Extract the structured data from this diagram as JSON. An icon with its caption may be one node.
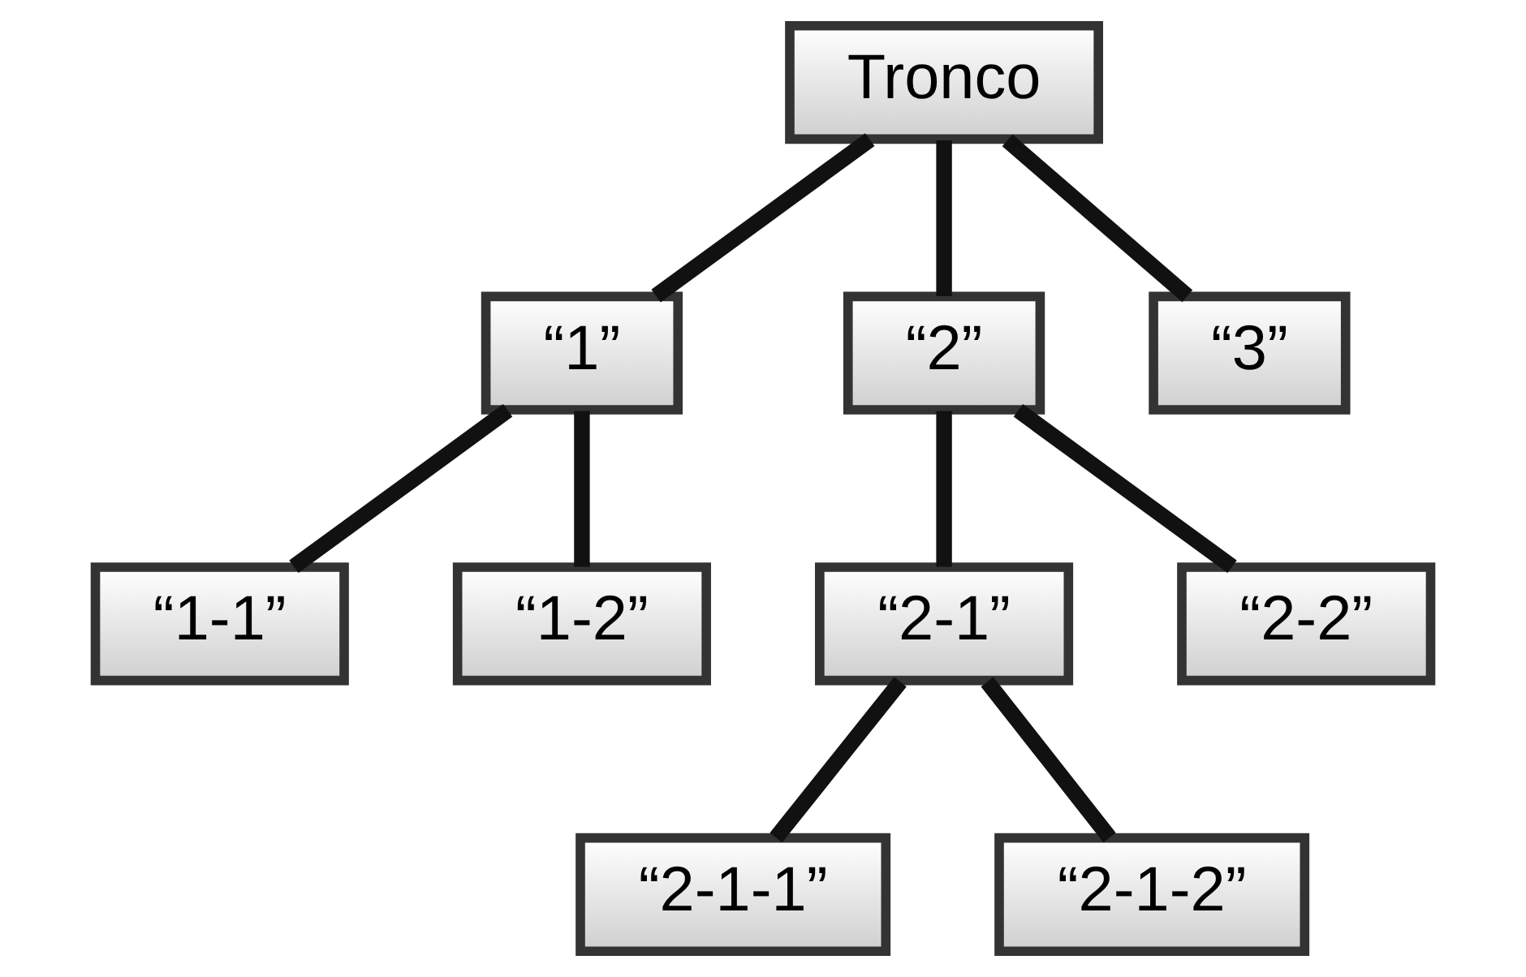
{
  "diagram": {
    "nodes": [
      {
        "text": [
          "Tronco"
        ]
      },
      {
        "text": [
          "“1”"
        ]
      },
      {
        "text": [
          "“2”"
        ]
      },
      {
        "text": [
          "“3”"
        ]
      },
      {
        "text": [
          "“1-1”"
        ]
      },
      {
        "text": [
          "“1-2”"
        ]
      },
      {
        "text": [
          "“2-1”"
        ]
      },
      {
        "text": [
          "“2-2”"
        ]
      },
      {
        "text": [
          "“2-1-1”"
        ]
      },
      {
        "text": [
          "“2-1-2”"
        ]
      }
    ],
    "edges": [
      {
        "from": 0,
        "to": 1,
        "arrow": "none"
      },
      {
        "from": 0,
        "to": 2,
        "arrow": "none"
      },
      {
        "from": 0,
        "to": 3,
        "arrow": "none"
      },
      {
        "from": 1,
        "to": 4,
        "arrow": "none"
      },
      {
        "from": 1,
        "to": 5,
        "arrow": "none"
      },
      {
        "from": 2,
        "to": 6,
        "arrow": "none"
      },
      {
        "from": 2,
        "to": 7,
        "arrow": "none"
      },
      {
        "from": 6,
        "to": 8,
        "arrow": "none"
      },
      {
        "from": 6,
        "to": 9,
        "arrow": "none"
      }
    ]
  }
}
